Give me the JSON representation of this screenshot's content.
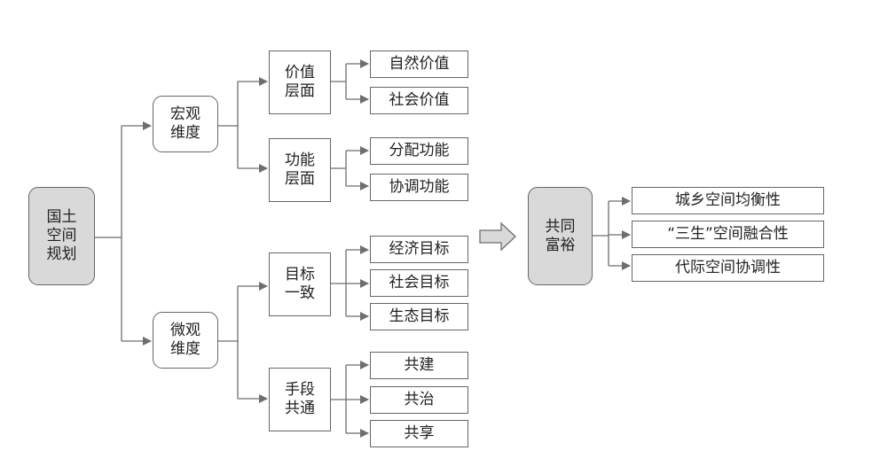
{
  "root": "国土\n空间\n规划",
  "macro": {
    "label": "宏观\n维度",
    "value_level": {
      "label": "价值\n层面",
      "items": [
        "自然价值",
        "社会价值"
      ]
    },
    "function_level": {
      "label": "功能\n层面",
      "items": [
        "分配功能",
        "协调功能"
      ]
    }
  },
  "micro": {
    "label": "微观\n维度",
    "goals": {
      "label": "目标\n一致",
      "items": [
        "经济目标",
        "社会目标",
        "生态目标"
      ]
    },
    "means": {
      "label": "手段\n共通",
      "items": [
        "共建",
        "共治",
        "共享"
      ]
    }
  },
  "result": {
    "label": "共同\n富裕",
    "items": [
      "城乡空间均衡性",
      "“三生”空间融合性",
      "代际空间协调性"
    ]
  },
  "colors": {
    "line": "#6e6e6e",
    "node_fill_grey": "#d9d9d9",
    "border": "#666666"
  }
}
